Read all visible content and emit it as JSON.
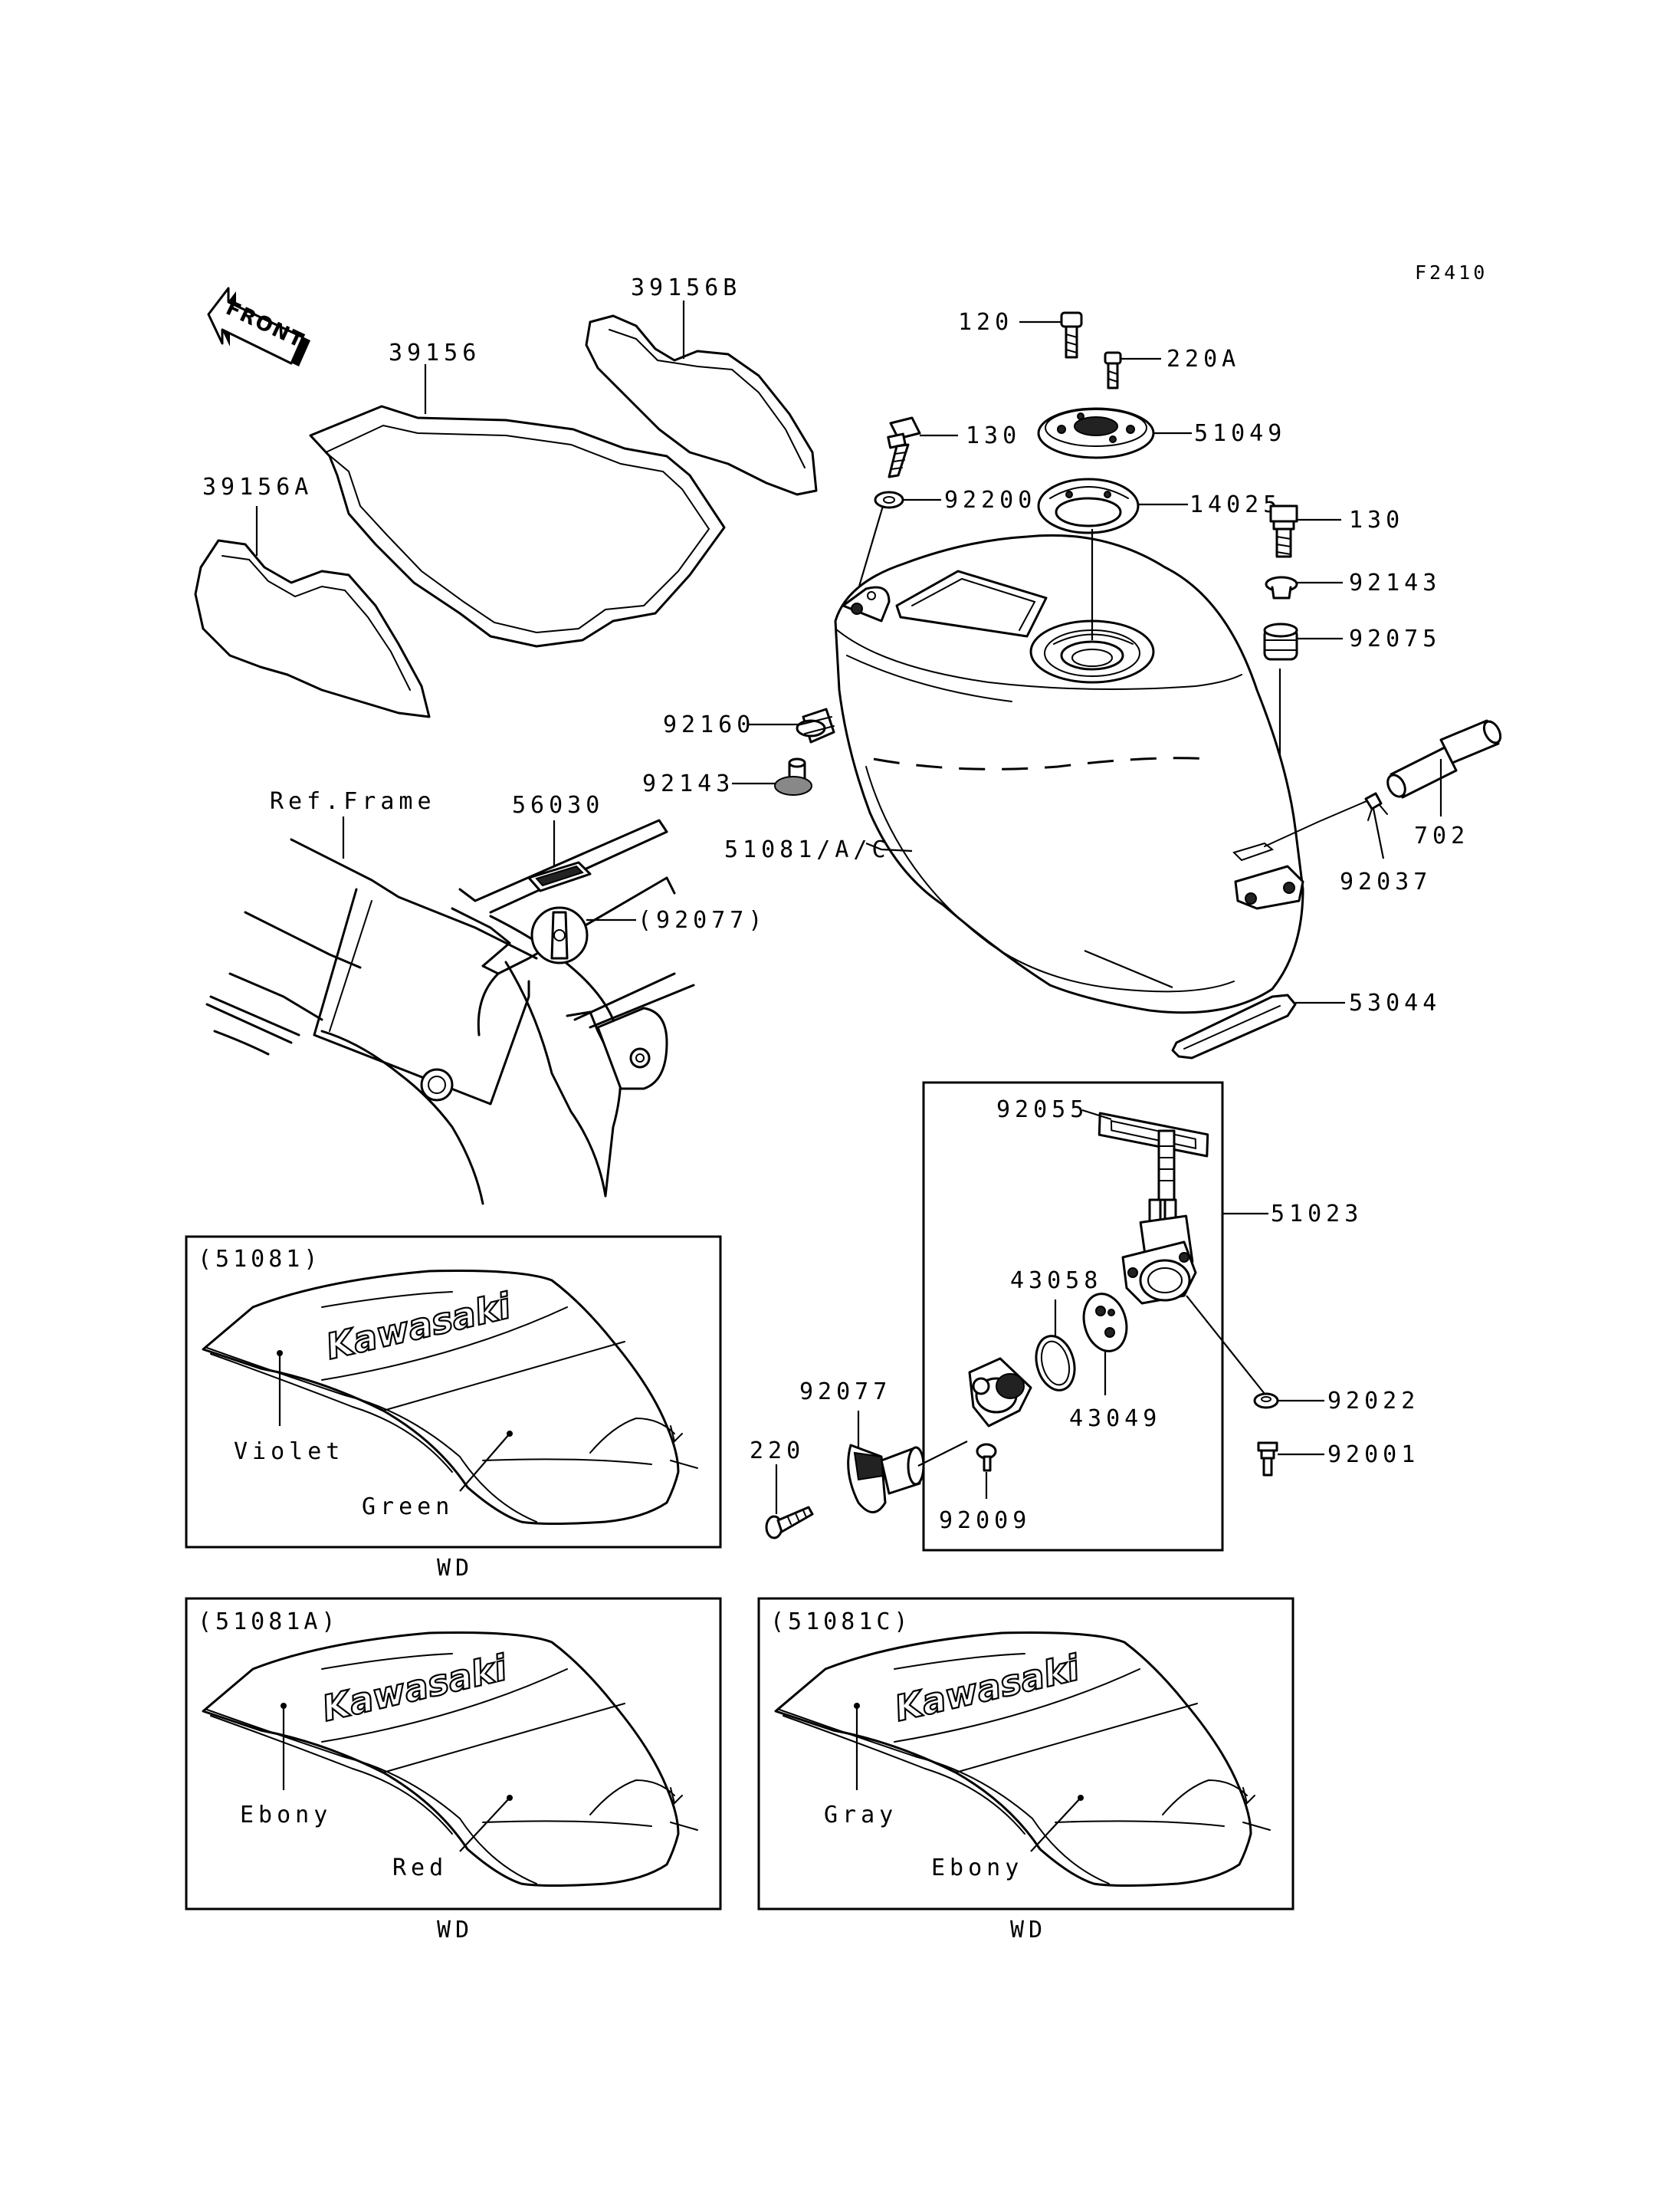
{
  "figure_code": "F2410",
  "front_label": "FRONT",
  "ref_frame_label": "Ref.Frame",
  "parts": {
    "p39156": "39156",
    "p39156A": "39156A",
    "p39156B": "39156B",
    "p120": "120",
    "p220A": "220A",
    "p130_left": "130",
    "p130_right": "130",
    "p51049": "51049",
    "p14025": "14025",
    "p92200": "92200",
    "p92143_right": "92143",
    "p92075": "92075",
    "p92160": "92160",
    "p92143_left": "92143",
    "p51081AC": "51081/A/C",
    "p702": "702",
    "p92037": "92037",
    "p56030": "56030",
    "p92077_ref": "(92077)",
    "p53044": "53044",
    "p92055": "92055",
    "p51023": "51023",
    "p43058": "43058",
    "p43049": "43049",
    "p92077": "92077",
    "p220": "220",
    "p92009": "92009",
    "p92022": "92022",
    "p92001": "92001"
  },
  "variants": [
    {
      "code": "(51081)",
      "logo": "Kawasaki",
      "color_top": "Violet",
      "color_bottom": "Green",
      "note": "WD"
    },
    {
      "code": "(51081A)",
      "logo": "Kawasaki",
      "color_top": "Ebony",
      "color_bottom": "Red",
      "note": "WD"
    },
    {
      "code": "(51081C)",
      "logo": "Kawasaki",
      "color_top": "Gray",
      "color_bottom": "Ebony",
      "note": "WD"
    }
  ]
}
